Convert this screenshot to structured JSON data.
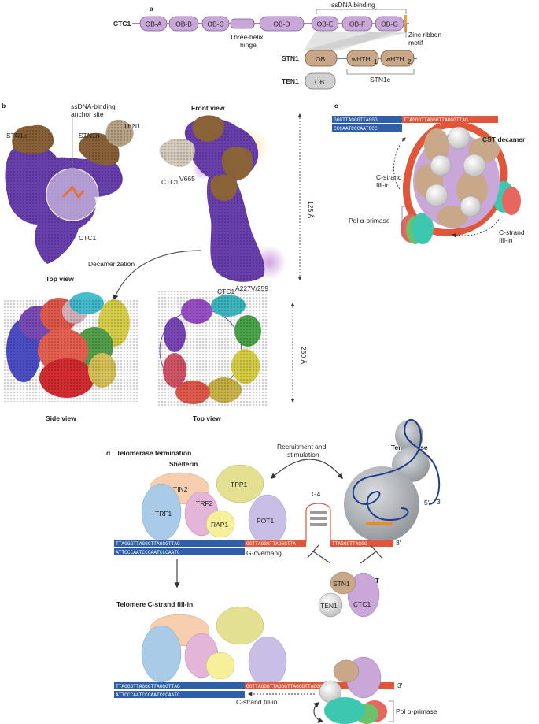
{
  "panel_a": {
    "letter": "a",
    "ctc1_label": "CTC1",
    "ctc1_domains": [
      "OB-A",
      "OB-B",
      "OB-C",
      "OB-D",
      "OB-E",
      "OB-F",
      "OB-G"
    ],
    "hinge_label_1": "Three-helix",
    "hinge_label_2": "hinge",
    "ssdna_label": "ssDNA binding",
    "zinc_label_1": "Zinc ribbon",
    "zinc_label_2": "motif",
    "stn1_label": "STN1",
    "stn1_domains": [
      "OB",
      "wHTH",
      "wHTH"
    ],
    "stn1_subscripts": [
      "1",
      "2"
    ],
    "stn1c_label": "STN1c",
    "ten1_label": "TEN1",
    "ten1_domain": "OB"
  },
  "panel_b": {
    "letter": "b",
    "ssdna_anchor_1": "ssDNA-binding",
    "ssdna_anchor_2": "anchor site",
    "stn1c": "STN1c",
    "stn1n": "STN1n",
    "ten1": "TEN1",
    "ctc1": "CTC1",
    "top_view": "Top view",
    "front_view": "Front view",
    "ctc1_v665": "CTC1",
    "ctc1_v665_sup": "V665",
    "ctc1_a227": "CTC1",
    "ctc1_a227_sup": "A227V/259",
    "dim_125": "125 Å",
    "dim_250": "250 Å",
    "decamerization": "Decamerization",
    "side_view": "Side view",
    "top_view_2": "Top view"
  },
  "panel_c": {
    "letter": "c",
    "seq_top": "GGGTTAGGGTTAGGG",
    "seq_top_red": "TTAGGGTTAGGGTTAGGGTTAG",
    "seq_bottom": "CCCAATCCCAATCCC",
    "cst_decamer": "CST decamer",
    "c_strand_1a": "C-strand",
    "c_strand_1b": "fill-in",
    "c_strand_2a": "C-strand",
    "c_strand_2b": "fill-in",
    "pol_primase": "Pol α-primase"
  },
  "panel_d": {
    "letter": "d",
    "title": "Telomerase termination",
    "recruitment_1": "Recruitment and",
    "recruitment_2": "stimulation",
    "telomerase": "Telomerase",
    "shelterin": "Shelterin",
    "tin2": "TIN2",
    "tpp1": "TPP1",
    "trf1": "TRF1",
    "trf2": "TRF2",
    "rap1": "RAP1",
    "pot1": "POT1",
    "g4": "G4",
    "seq_top_blue": "TTAGGGTTAGGGTTAGGGTTAG",
    "seq_top_red": "GGTTAGGGTTAGGGTTA",
    "seq_telo": "TTAGGGTTAGGG",
    "seq_bottom": "ATTCCCAATCCCAATCCCAATC",
    "five_prime": "5′",
    "three_prime": "3′",
    "three_prime_2": "3′",
    "g_overhang": "G-overhang",
    "cst": "CST",
    "stn1": "STN1",
    "ten1": "TEN1",
    "ctc1": "CTC1",
    "fill_in_title": "Telomere C-strand fill-in",
    "seq2_top_blue": "TTAGGGTTAGGGTTAGGGTTAG",
    "seq2_top_red": "GGTTAGGGTTAGGGTTAGGGTTAGGGTTAGGG",
    "seq2_bottom": "ATTCCCAATCCCAATCCCAATC",
    "three_prime_3": "3′",
    "c_strand_fill": "C-strand fill-in",
    "pol_primase": "Pol α-primase"
  },
  "colors": {
    "ctc1": "#c9a7d8",
    "stn1": "#c9a88a",
    "ten1": "#cfcfcf",
    "ctc1_struct": "#6a3fb0",
    "stn1_struct": "#8a6238",
    "ten1_struct": "#d6cdbf",
    "dna_blue": "#2f5fa8",
    "dna_red": "#e0563a",
    "trf1": "#a9cbe8",
    "tin2": "#f7cfae",
    "tpp1": "#e3e092",
    "trf2": "#e3b5d8",
    "rap1": "#f7ef9a",
    "pot1": "#c9bfe6",
    "telomerase": "#a9adb3",
    "pol_teal": "#3cc7b0",
    "pol_green": "#6cc26a",
    "pol_red": "#e86660"
  }
}
